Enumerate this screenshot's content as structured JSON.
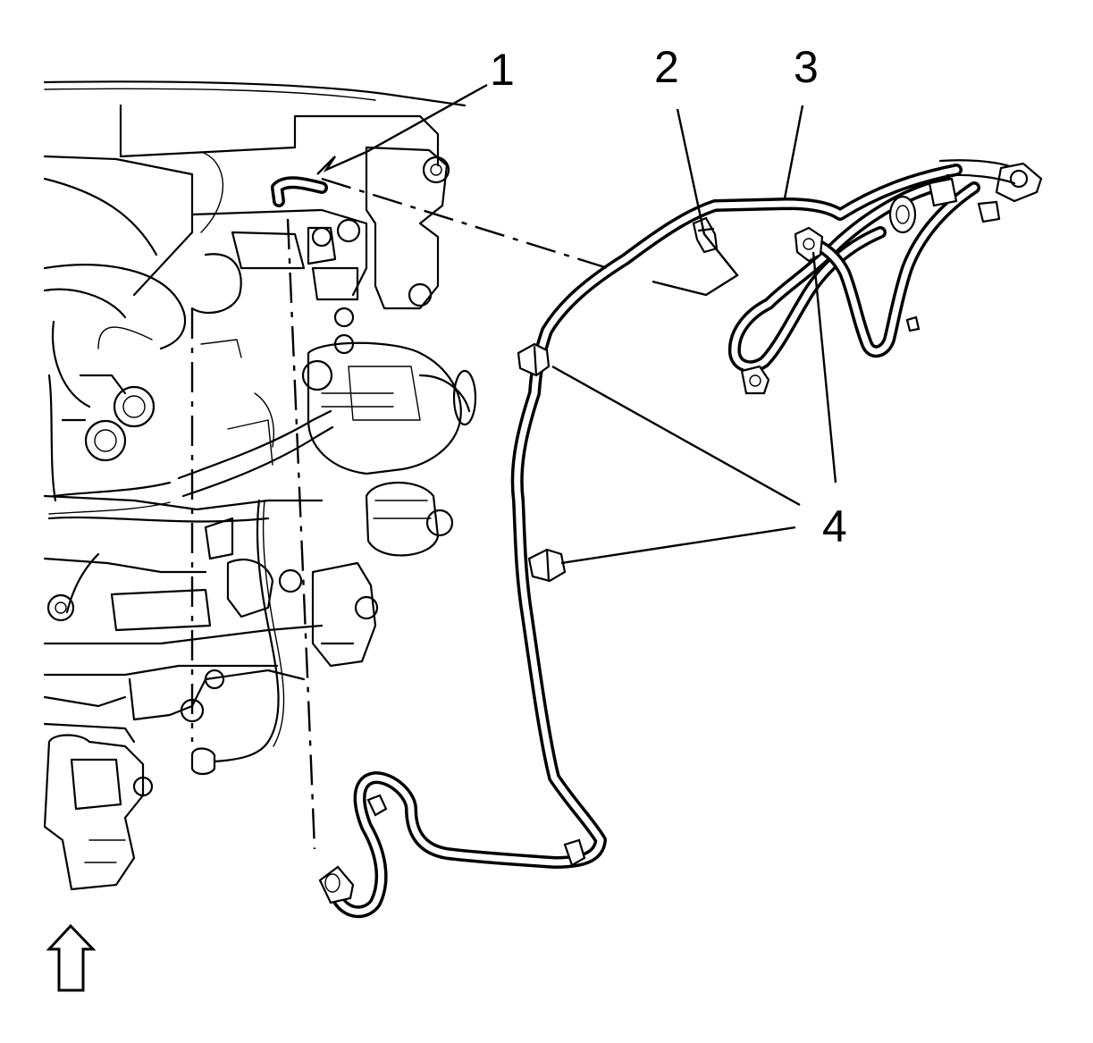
{
  "diagram": {
    "callouts": [
      {
        "id": "1",
        "label": "1"
      },
      {
        "id": "2",
        "label": "2"
      },
      {
        "id": "3",
        "label": "3"
      },
      {
        "id": "4",
        "label": "4"
      }
    ],
    "front_arrow_icon": "up-arrow-icon"
  }
}
